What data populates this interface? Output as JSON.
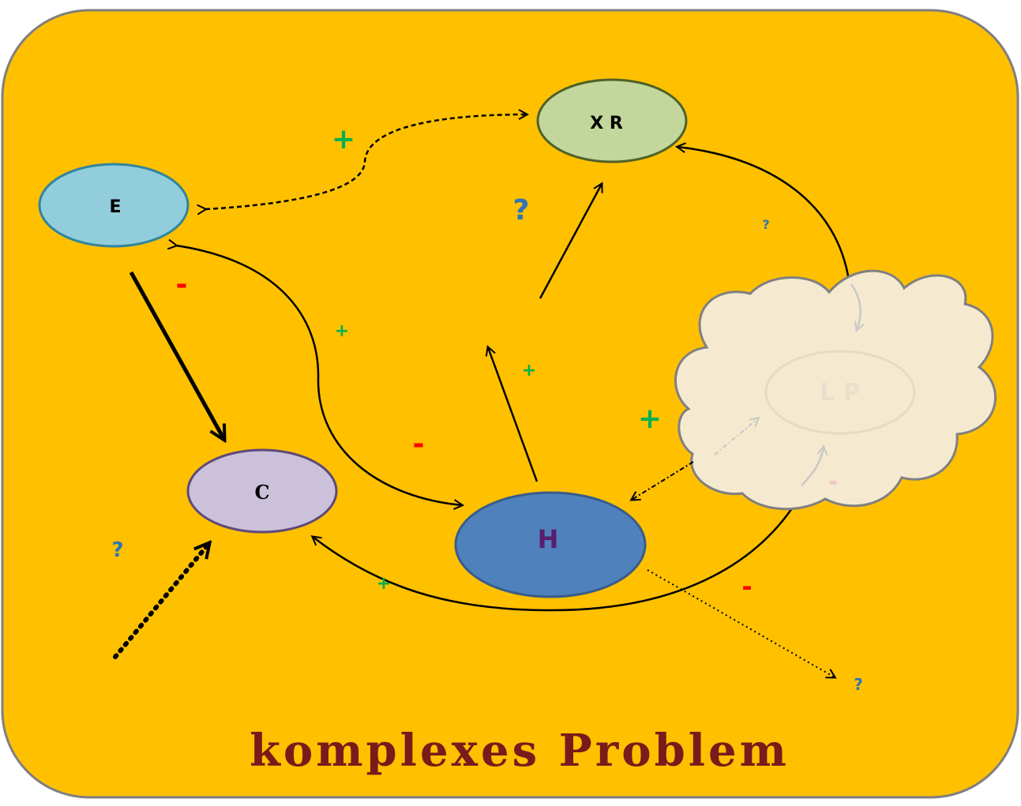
{
  "title": "komplexes Problem",
  "nodes": {
    "e": {
      "label": "E",
      "fill": "#92cddc"
    },
    "xr": {
      "label": "X R",
      "fill": "#c3d69b"
    },
    "c": {
      "label": "C",
      "fill": "#ccc1da"
    },
    "h": {
      "label": "H",
      "fill": "#4f81bd"
    },
    "lp": {
      "label": "L P",
      "fill": "#f5ead0"
    }
  },
  "signs": {
    "plus_e_xr": "+",
    "q_xr_center": "?",
    "q_lp_top": "?",
    "minus_e_c": "-",
    "plus_e_h": "+",
    "plus_h_up": "+",
    "plus_lp_h": "+",
    "minus_e_h": "-",
    "minus_lp_small": "-",
    "q_c_left": "?",
    "plus_c_h": "+",
    "minus_lp_c": "-",
    "q_out": "?"
  },
  "colors": {
    "background": "#ffc000",
    "plus": "#00b050",
    "minus": "#ff0000",
    "question": "#2e75b6",
    "title": "#7b1a1a",
    "h_label": "#5b1d6e"
  }
}
